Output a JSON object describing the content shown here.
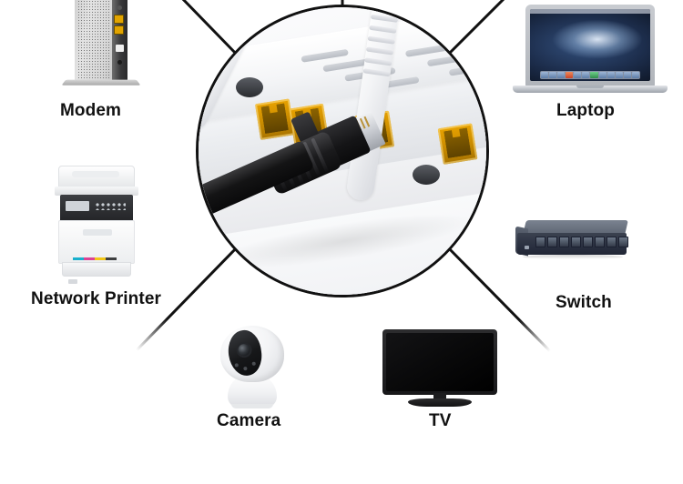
{
  "diagram": {
    "title": "Router network connection diagram",
    "background_color": "#ffffff",
    "line_color": "#111111",
    "hub": {
      "name": "wifi-router",
      "description": "Close-up of a white WiFi router with gold Ethernet ports and a black RJ45 cable plugged in",
      "port_color": "#e8a200",
      "body_color": "#f4f5f7",
      "cable_color": "#121213",
      "port_count": 4,
      "antenna_count": 2,
      "vent_count": 9
    },
    "devices": [
      {
        "id": "modem",
        "label": "Modem",
        "position": "top-left",
        "icon": "cable-modem-icon",
        "color": "#b9b9b9"
      },
      {
        "id": "laptop",
        "label": "Laptop",
        "position": "top-right",
        "icon": "laptop-icon",
        "color": "#c2c6cc"
      },
      {
        "id": "network-printer",
        "label": "Network Printer",
        "position": "middle-left",
        "icon": "printer-icon",
        "color": "#f1f2f4"
      },
      {
        "id": "switch",
        "label": "Switch",
        "position": "middle-right",
        "icon": "network-switch-icon",
        "color": "#2a3040"
      },
      {
        "id": "camera",
        "label": "Camera",
        "position": "bottom-left",
        "icon": "ip-camera-icon",
        "color": "#ffffff"
      },
      {
        "id": "tv",
        "label": "TV",
        "position": "bottom-right",
        "icon": "television-icon",
        "color": "#18181a"
      }
    ],
    "connectors": [
      {
        "id": "line-to-modem",
        "from": "hub",
        "to": "modem",
        "type": "diagonal-up-left"
      },
      {
        "id": "line-to-laptop",
        "from": "hub",
        "to": "laptop",
        "type": "diagonal-up-right"
      },
      {
        "id": "line-to-printer",
        "from": "hub",
        "to": "network-printer",
        "type": "horizontal-left"
      },
      {
        "id": "line-to-switch",
        "from": "hub",
        "to": "switch",
        "type": "horizontal-right"
      },
      {
        "id": "line-to-camera",
        "from": "hub",
        "to": "camera",
        "type": "diagonal-down-left"
      },
      {
        "id": "line-to-tv",
        "from": "hub",
        "to": "tv",
        "type": "diagonal-down-right"
      },
      {
        "id": "line-down-center",
        "from": "hub",
        "to": "bottom",
        "type": "vertical-down"
      },
      {
        "id": "line-up-center",
        "from": "hub",
        "to": "top",
        "type": "vertical-up"
      }
    ]
  }
}
